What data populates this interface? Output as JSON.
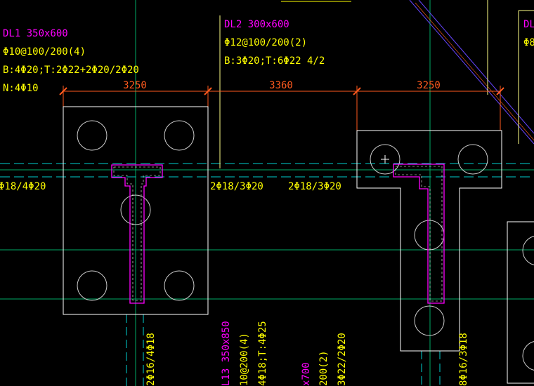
{
  "colors": {
    "background": "#000000",
    "outline": "#ffffff",
    "column": "#ff00ff",
    "axis": "#00aa66",
    "dashed_axis": "#00d0d0",
    "dimension": "#ff5a1e",
    "beam_label": "#ff00ff",
    "rebar_text": "#ffff00",
    "leader": "#ffff88",
    "pile": "#cccccc",
    "guide": "#6644ff"
  },
  "beams": [
    {
      "name": "DL1 350x600",
      "stirrup": "Φ10@100/200(4)",
      "main": "B:4Φ20;T:2Φ22+2Φ20/2Φ20",
      "side": "N:4Φ10"
    },
    {
      "name": "DL2 300x600",
      "stirrup": "Φ12@100/200(2)",
      "main": "B:3Φ20;T:6Φ22 4/2"
    },
    {
      "name": "DL",
      "stirrup": "Φ8"
    }
  ],
  "dimensions": [
    "3250",
    "3360",
    "3250"
  ],
  "support_rebar": [
    "Φ18/4Φ20",
    "2Φ18/3Φ20",
    "2Φ18/3Φ20"
  ],
  "vertical_notes": [
    "2Φ16/4Φ18",
    "L13 350x850",
    "10@200(4)",
    "4Φ18;T:4Φ25",
    "x700",
    "200(2)",
    "3Φ22/2Φ20",
    "8Φ16/3Φ18"
  ]
}
